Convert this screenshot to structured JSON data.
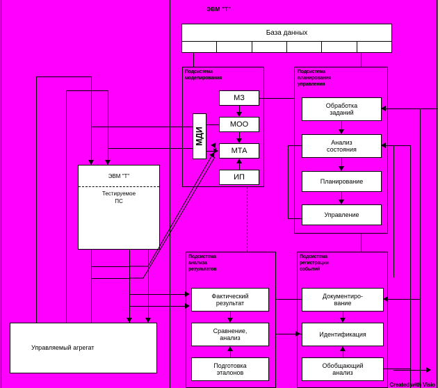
{
  "page": {
    "title": "ЭВМ \"Т\"",
    "background_color": "#ff00ff",
    "line_color": "#000000",
    "box_fill": "#ffffff",
    "watermark": "Created with Visio"
  },
  "database": {
    "label": "База данных",
    "cell_count": 6
  },
  "subsystems": [
    {
      "id": "modeling",
      "title": "Подсистема\nмоделирования",
      "blocks": [
        {
          "id": "mz",
          "label": "МЗ"
        },
        {
          "id": "moo",
          "label": "МОО"
        },
        {
          "id": "mta",
          "label": "МТА"
        },
        {
          "id": "ip",
          "label": "ИП"
        }
      ],
      "side_block": {
        "id": "mdi",
        "label": "МДИ"
      }
    },
    {
      "id": "planning-control",
      "title": "Подсистема\nпланирования\nуправления",
      "blocks": [
        {
          "id": "task-processing",
          "label": "Обработка\nзаданий"
        },
        {
          "id": "state-analysis",
          "label": "Анализ\nсостояния"
        },
        {
          "id": "planning",
          "label": "Планирование"
        },
        {
          "id": "control",
          "label": "Управление"
        }
      ]
    },
    {
      "id": "result-analysis",
      "title": "Подсистема\nанализа\nрезультатов",
      "blocks": [
        {
          "id": "actual-result",
          "label": "Фактический\nрезультат"
        },
        {
          "id": "comparison-analysis",
          "label": "Сравнение,\nанализ"
        },
        {
          "id": "etalon-preparation",
          "label": "Подготовка\nэталонов"
        }
      ]
    },
    {
      "id": "event-registration",
      "title": "Подсистема\nрегистрации\nсобытий",
      "blocks": [
        {
          "id": "documentation",
          "label": "Документиро-\nвание"
        },
        {
          "id": "identification",
          "label": "Идентификация"
        },
        {
          "id": "general-analysis",
          "label": "Обобщающий\nанализ"
        }
      ]
    }
  ],
  "standalone_blocks": [
    {
      "id": "test-computer",
      "header": "ЭВМ \"Т\"",
      "body": "Тестируемое\nПС"
    },
    {
      "id": "controlled-unit",
      "label": "Управляемый агрегат"
    }
  ]
}
